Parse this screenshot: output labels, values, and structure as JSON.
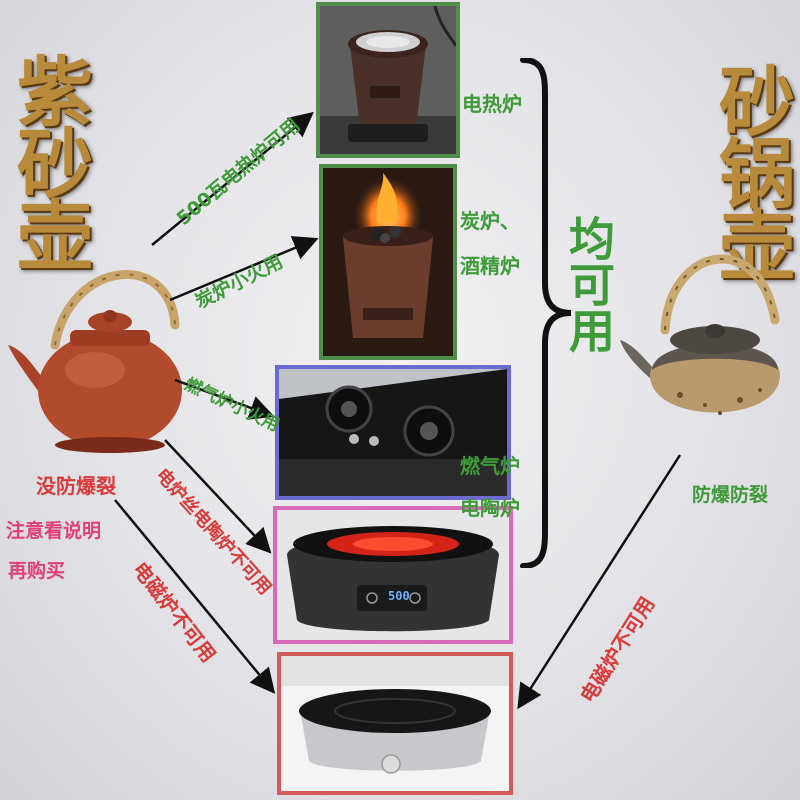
{
  "left_title": "紫砂壶",
  "right_title": "砂锅壶",
  "middle_label": "均可用",
  "side_labels": {
    "electric": "电热炉",
    "charcoal_1": "炭炉、",
    "charcoal_2": "酒精炉",
    "gas": "燃气炉",
    "ceramic": "电陶炉"
  },
  "arrow_labels": {
    "a1": "500瓦电热炉可用",
    "a2": "炭炉小火用",
    "a3": "燃气炉小火用",
    "a4": "电炉丝电陶炉不可用",
    "a5": "电磁炉不可用",
    "a6": "电磁炉不可用"
  },
  "notes": {
    "no_crack": "没防爆裂",
    "read_manual": "注意看说明",
    "then_buy": "再购买",
    "crack_proof": "防爆防裂"
  },
  "display_reading": "500",
  "colors": {
    "green": "#3f9a3a",
    "red": "#d93a3a",
    "pink": "#e0407a",
    "gold": "#b88a3c",
    "box_green": "#4f8f4a",
    "box_blue": "#6a6ad0",
    "box_pink": "#d86ab8",
    "box_red": "#d25a5a"
  }
}
